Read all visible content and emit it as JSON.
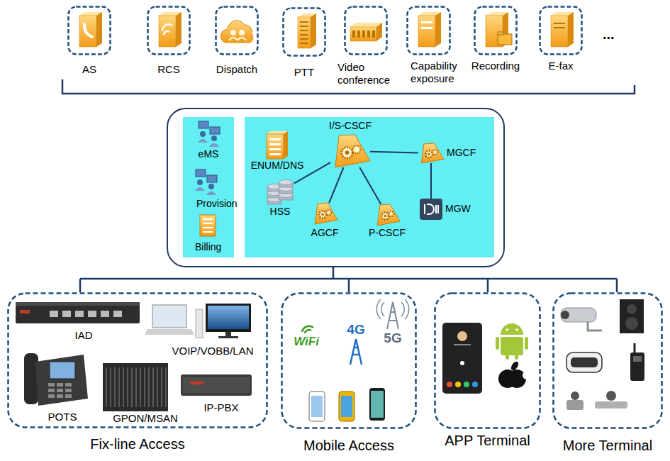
{
  "diagram": {
    "nodes": [
      {
        "text": [
          "AS"
        ]
      },
      {
        "text": [
          "RCS"
        ]
      },
      {
        "text": [
          "Dispatch"
        ]
      },
      {
        "text": [
          "PTT"
        ]
      },
      {
        "text": [
          "Video conference"
        ]
      },
      {
        "text": [
          "Capability exposure"
        ]
      },
      {
        "text": [
          "Recording"
        ]
      },
      {
        "text": [
          "E-fax"
        ]
      },
      {
        "text": [
          "eMS",
          "Provision",
          "Billing"
        ]
      },
      {
        "text": [
          "I/S-CSCF"
        ]
      },
      {
        "text": [
          "ENUM/DNS"
        ]
      },
      {
        "text": [
          "MGCF"
        ]
      },
      {
        "text": [
          "HSS"
        ]
      },
      {
        "text": [
          "MGW"
        ]
      },
      {
        "text": [
          "AGCF"
        ]
      },
      {
        "text": [
          "P-CSCF"
        ]
      },
      {
        "text": [
          "Fix-line Access",
          "IAD",
          "VOIP/VOBB/LAN",
          "POTS",
          "GPON/MSAN",
          "IP-PBX"
        ]
      },
      {
        "text": [
          "Mobile Access",
          "WiFi",
          "4G",
          "5G"
        ]
      },
      {
        "text": [
          "APP Terminal"
        ]
      },
      {
        "text": [
          "More Terminal"
        ]
      }
    ],
    "edges": [
      {
        "from": 9,
        "to": 12,
        "arrow": "none"
      },
      {
        "from": 9,
        "to": 11,
        "arrow": "none"
      },
      {
        "from": 11,
        "to": 13,
        "arrow": "none"
      },
      {
        "from": 9,
        "to": 14,
        "arrow": "none"
      },
      {
        "from": 9,
        "to": 15,
        "arrow": "none"
      }
    ],
    "labels": [
      "..."
    ]
  }
}
